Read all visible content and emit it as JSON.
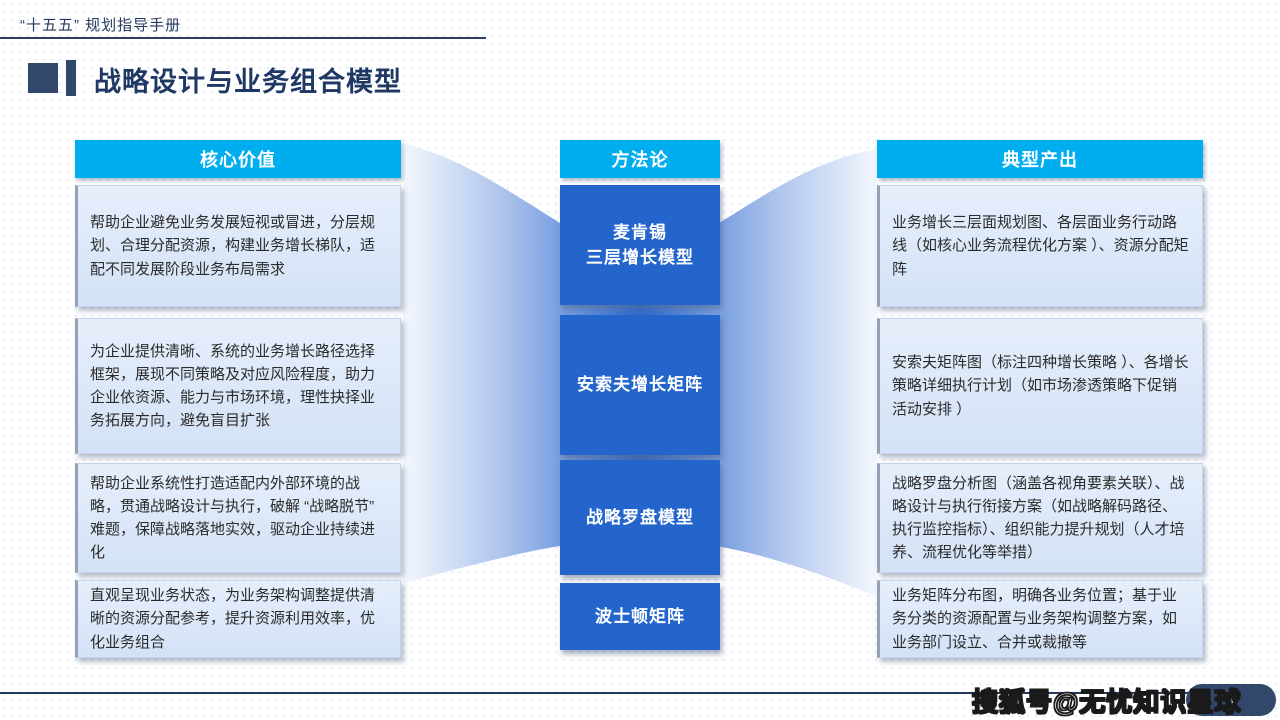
{
  "page": {
    "eyebrow": "“十五五” 规划指导手册",
    "title": "战略设计与业务组合模型",
    "watermark": "搜狐号@无忧知识星球"
  },
  "colors": {
    "header_cyan": "#00aeef",
    "methodology_blue": "#2365cb",
    "navy": "#1f3864",
    "soft_box_bg": "#d9e6f7",
    "funnel_center": "#2e69ce",
    "funnel_edge": "#f4f7fd"
  },
  "columns": {
    "core_value": {
      "header": "核心价值",
      "items": [
        "帮助企业避免业务发展短视或冒进，分层规划、合理分配资源，构建业务增长梯队，适配不同发展阶段业务布局需求",
        "为企业提供清晰、系统的业务增长路径选择框架，展现不同策略及对应风险程度，助力企业依资源、能力与市场环境，理性抉择业务拓展方向，避免盲目扩张",
        "帮助企业系统性打造适配内外部环境的战略，贯通战略设计与执行，破解 “战略脱节” 难题，保障战略落地实效，驱动企业持续进化",
        "直观呈现业务状态，为业务架构调整提供清晰的资源分配参考，提升资源利用效率，优化业务组合"
      ]
    },
    "methodology": {
      "header": "方法论",
      "items": [
        "麦肯锡\n三层增长模型",
        "安索夫增长矩阵",
        "战略罗盘模型",
        "波士顿矩阵"
      ]
    },
    "outputs": {
      "header": "典型产出",
      "items": [
        "业务增长三层面规划图、各层面业务行动路线（如核心业务流程优化方案 ）、资源分配矩阵",
        "安索夫矩阵图（标注四种增长策略 ）、各增长策略详细执行计划（如市场渗透策略下促销活动安排 ）",
        "战略罗盘分析图（涵盖各视角要素关联）、战略设计与执行衔接方案（如战略解码路径、执行监控指标）、组织能力提升规划（人才培养、流程优化等举措）",
        "业务矩阵分布图，明确各业务位置；基于业务分类的资源配置与业务架构调整方案，如业务部门设立、合并或裁撤等"
      ]
    }
  }
}
